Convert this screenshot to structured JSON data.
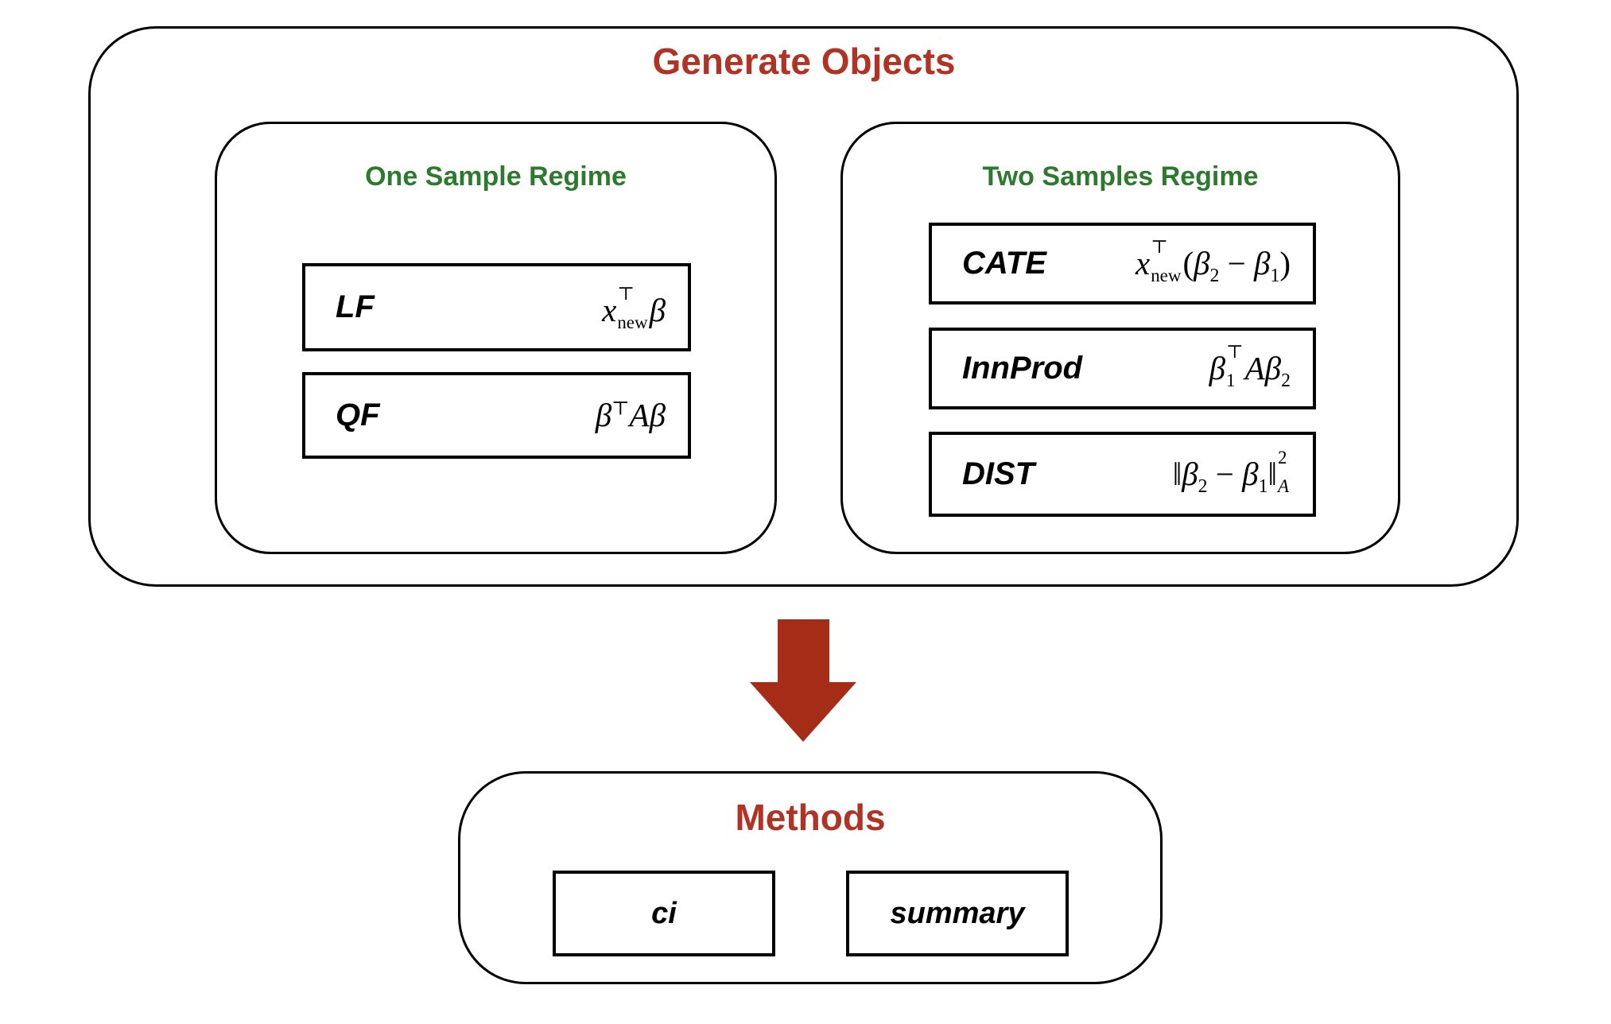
{
  "palette": {
    "title_red": "#B03425",
    "regime_green": "#2D7A2E",
    "arrow_red": "#A52C17",
    "line_black": "#000000",
    "background": "#FFFFFF"
  },
  "generate_objects": {
    "title": "Generate Objects",
    "one_sample_regime": {
      "title": "One Sample Regime",
      "items": [
        {
          "label": "LF",
          "formula_text": "x_new^T β",
          "formula": [
            {
              "t": "var",
              "v": "x"
            },
            {
              "t": "supsub",
              "sup": "⊤",
              "sub": "new"
            },
            {
              "t": "var",
              "v": "β"
            }
          ]
        },
        {
          "label": "QF",
          "formula_text": "β^T A β",
          "formula": [
            {
              "t": "var",
              "v": "β"
            },
            {
              "t": "sup",
              "v": "⊤"
            },
            {
              "t": "var",
              "v": "Aβ"
            }
          ]
        }
      ]
    },
    "two_samples_regime": {
      "title": "Two Samples Regime",
      "items": [
        {
          "label": "CATE",
          "formula_text": "x_new^T (β_2 − β_1)",
          "formula": [
            {
              "t": "var",
              "v": "x"
            },
            {
              "t": "supsub",
              "sup": "⊤",
              "sub": "new"
            },
            {
              "t": "txt",
              "v": "("
            },
            {
              "t": "var",
              "v": "β"
            },
            {
              "t": "sub",
              "v": "2"
            },
            {
              "t": "txt",
              "v": " − "
            },
            {
              "t": "var",
              "v": "β"
            },
            {
              "t": "sub",
              "v": "1"
            },
            {
              "t": "txt",
              "v": ")"
            }
          ]
        },
        {
          "label": "InnProd",
          "formula_text": "β_1^T A β_2",
          "formula": [
            {
              "t": "var",
              "v": "β"
            },
            {
              "t": "supsub",
              "sup": "⊤",
              "sub": "1"
            },
            {
              "t": "var",
              "v": "Aβ"
            },
            {
              "t": "sub",
              "v": "2"
            }
          ]
        },
        {
          "label": "DIST",
          "formula_text": "‖β_2 − β_1‖²_A",
          "formula": [
            {
              "t": "txt",
              "v": "‖"
            },
            {
              "t": "var",
              "v": "β"
            },
            {
              "t": "sub",
              "v": "2"
            },
            {
              "t": "txt",
              "v": " − "
            },
            {
              "t": "var",
              "v": "β"
            },
            {
              "t": "sub",
              "v": "1"
            },
            {
              "t": "txt",
              "v": "‖"
            },
            {
              "t": "supsub",
              "sup": "2",
              "sub": "A",
              "sub_italic": true
            }
          ]
        }
      ]
    }
  },
  "methods": {
    "title": "Methods",
    "items": [
      {
        "label": "ci"
      },
      {
        "label": "summary"
      }
    ]
  }
}
